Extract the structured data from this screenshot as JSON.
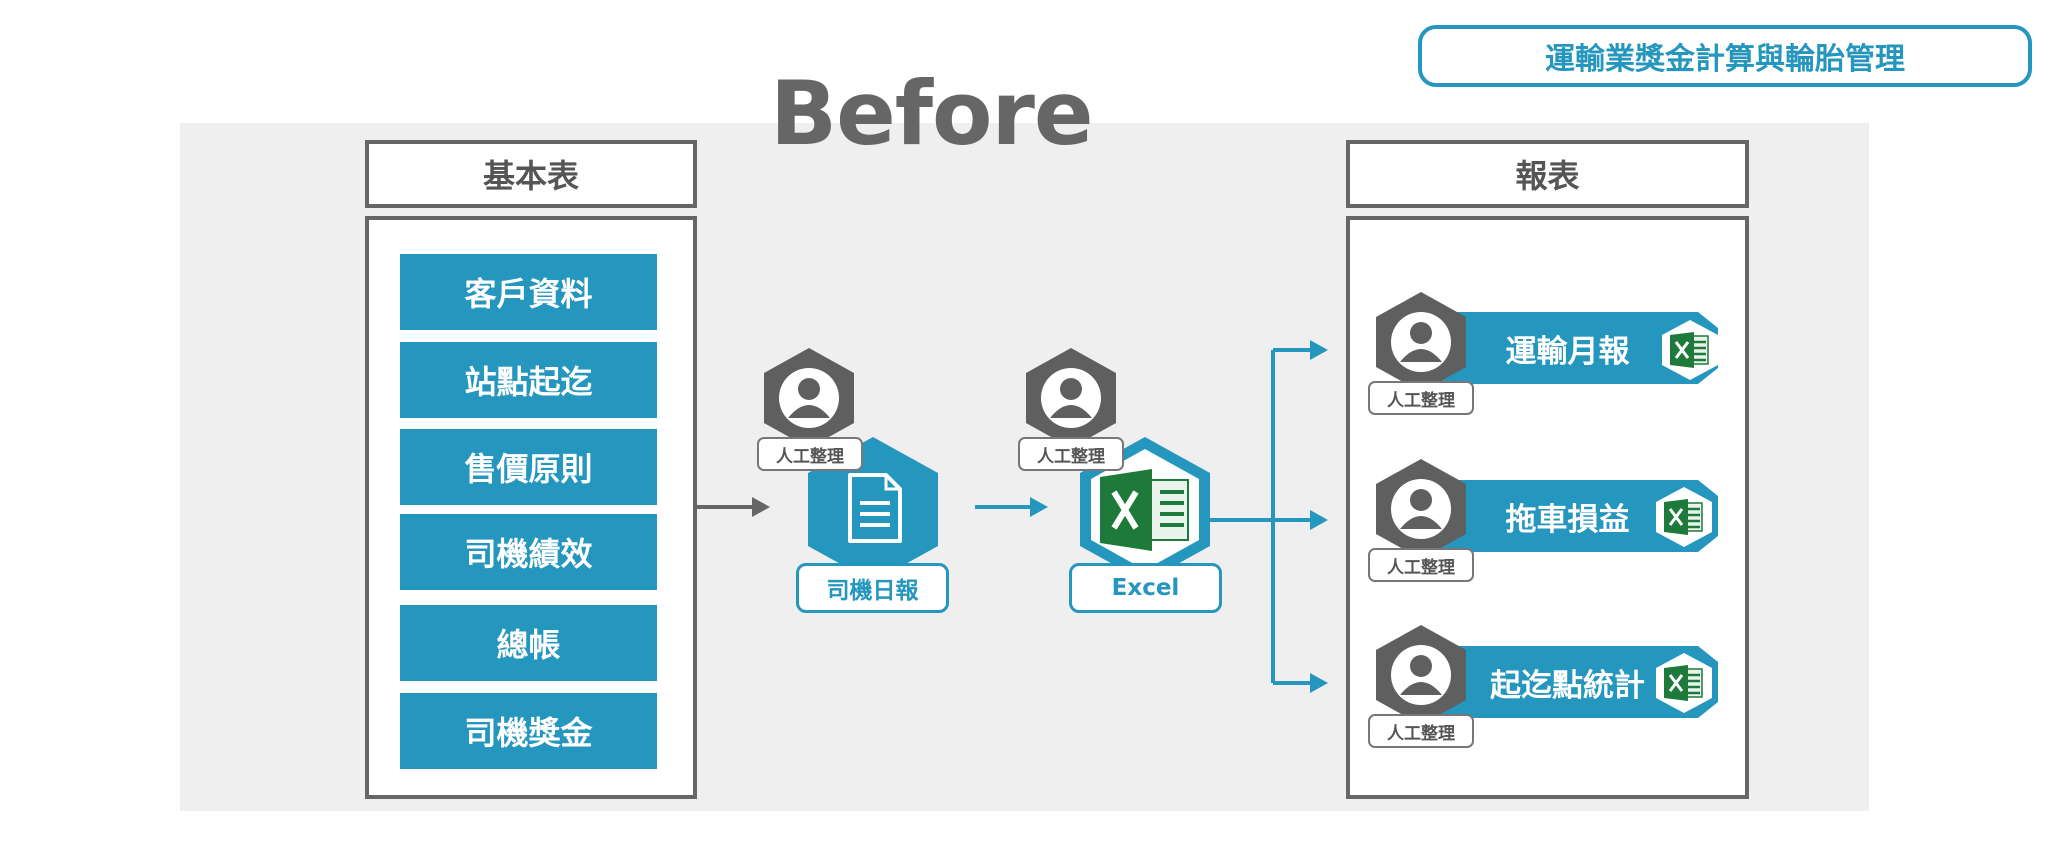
{
  "header": {
    "title": "運輸業獎金計算與輪胎管理"
  },
  "stage_label": "Before",
  "basic_table": {
    "title": "基本表",
    "items": [
      "客戶資料",
      "站點起迄",
      "售價原則",
      "司機績效",
      "總帳",
      "司機獎金"
    ]
  },
  "flow": {
    "manual_tag": "人工整理",
    "daily_report_label": "司機日報",
    "excel_label": "Excel"
  },
  "reports": {
    "title": "報表",
    "items": [
      {
        "label": "運輸月報",
        "tag": "人工整理"
      },
      {
        "label": "拖車損益",
        "tag": "人工整理"
      },
      {
        "label": "起迄點統計",
        "tag": "人工整理"
      }
    ]
  },
  "colors": {
    "accent": "#2596be",
    "gray": "#666666",
    "excel_green": "#1e7a3a",
    "panel_bg": "#efefef"
  },
  "icons": [
    "person-icon",
    "document-icon",
    "excel-icon",
    "arrow-icon"
  ]
}
